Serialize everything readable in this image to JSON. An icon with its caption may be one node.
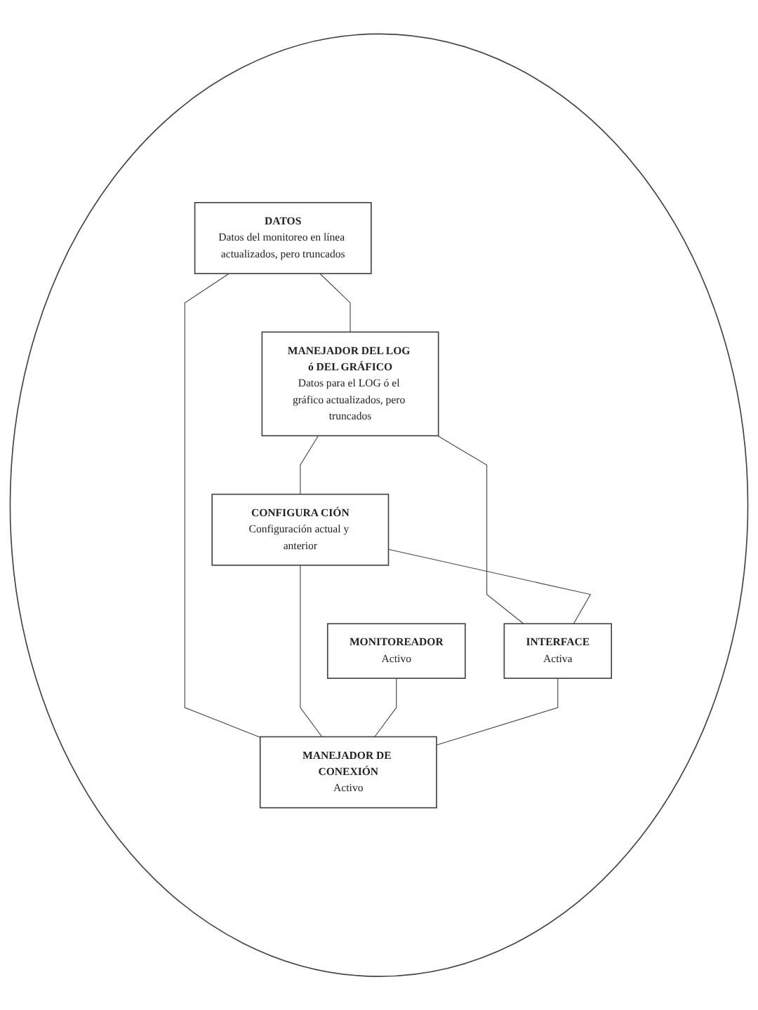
{
  "diagram": {
    "nodes": [
      {
        "text": [],
        "shape": "circle"
      },
      {
        "text": [
          "DATOS",
          "Datos del monitoreo en línea actualizados, pero truncados"
        ],
        "in": 0
      },
      {
        "text": [
          "MANEJADOR DEL LOG ó DEL GRÁFICO",
          "Datos para el LOG ó el gráfico actualizados, pero truncados"
        ],
        "in": 0
      },
      {
        "text": [
          "CONFIGURA CIÓN",
          "Configuración actual y anterior"
        ],
        "in": 0
      },
      {
        "text": [
          "MONITOREADOR",
          "Activo"
        ],
        "in": 0
      },
      {
        "text": [
          "INTERFACE",
          "Activa"
        ],
        "in": 0
      },
      {
        "text": [
          "MANEJADOR DE CONEXIÓN",
          "Activo"
        ],
        "in": 0
      }
    ],
    "edges": [
      {
        "from": 1,
        "to": 2,
        "arrow": "none"
      },
      {
        "from": 1,
        "to": 6,
        "arrow": "none"
      },
      {
        "from": 2,
        "to": 3,
        "arrow": "none"
      },
      {
        "from": 2,
        "to": 5,
        "arrow": "none"
      },
      {
        "from": 3,
        "to": 5,
        "arrow": "none"
      },
      {
        "from": 3,
        "to": 6,
        "arrow": "none"
      },
      {
        "from": 4,
        "to": 6,
        "arrow": "none"
      },
      {
        "from": 5,
        "to": 6,
        "arrow": "none"
      }
    ]
  }
}
